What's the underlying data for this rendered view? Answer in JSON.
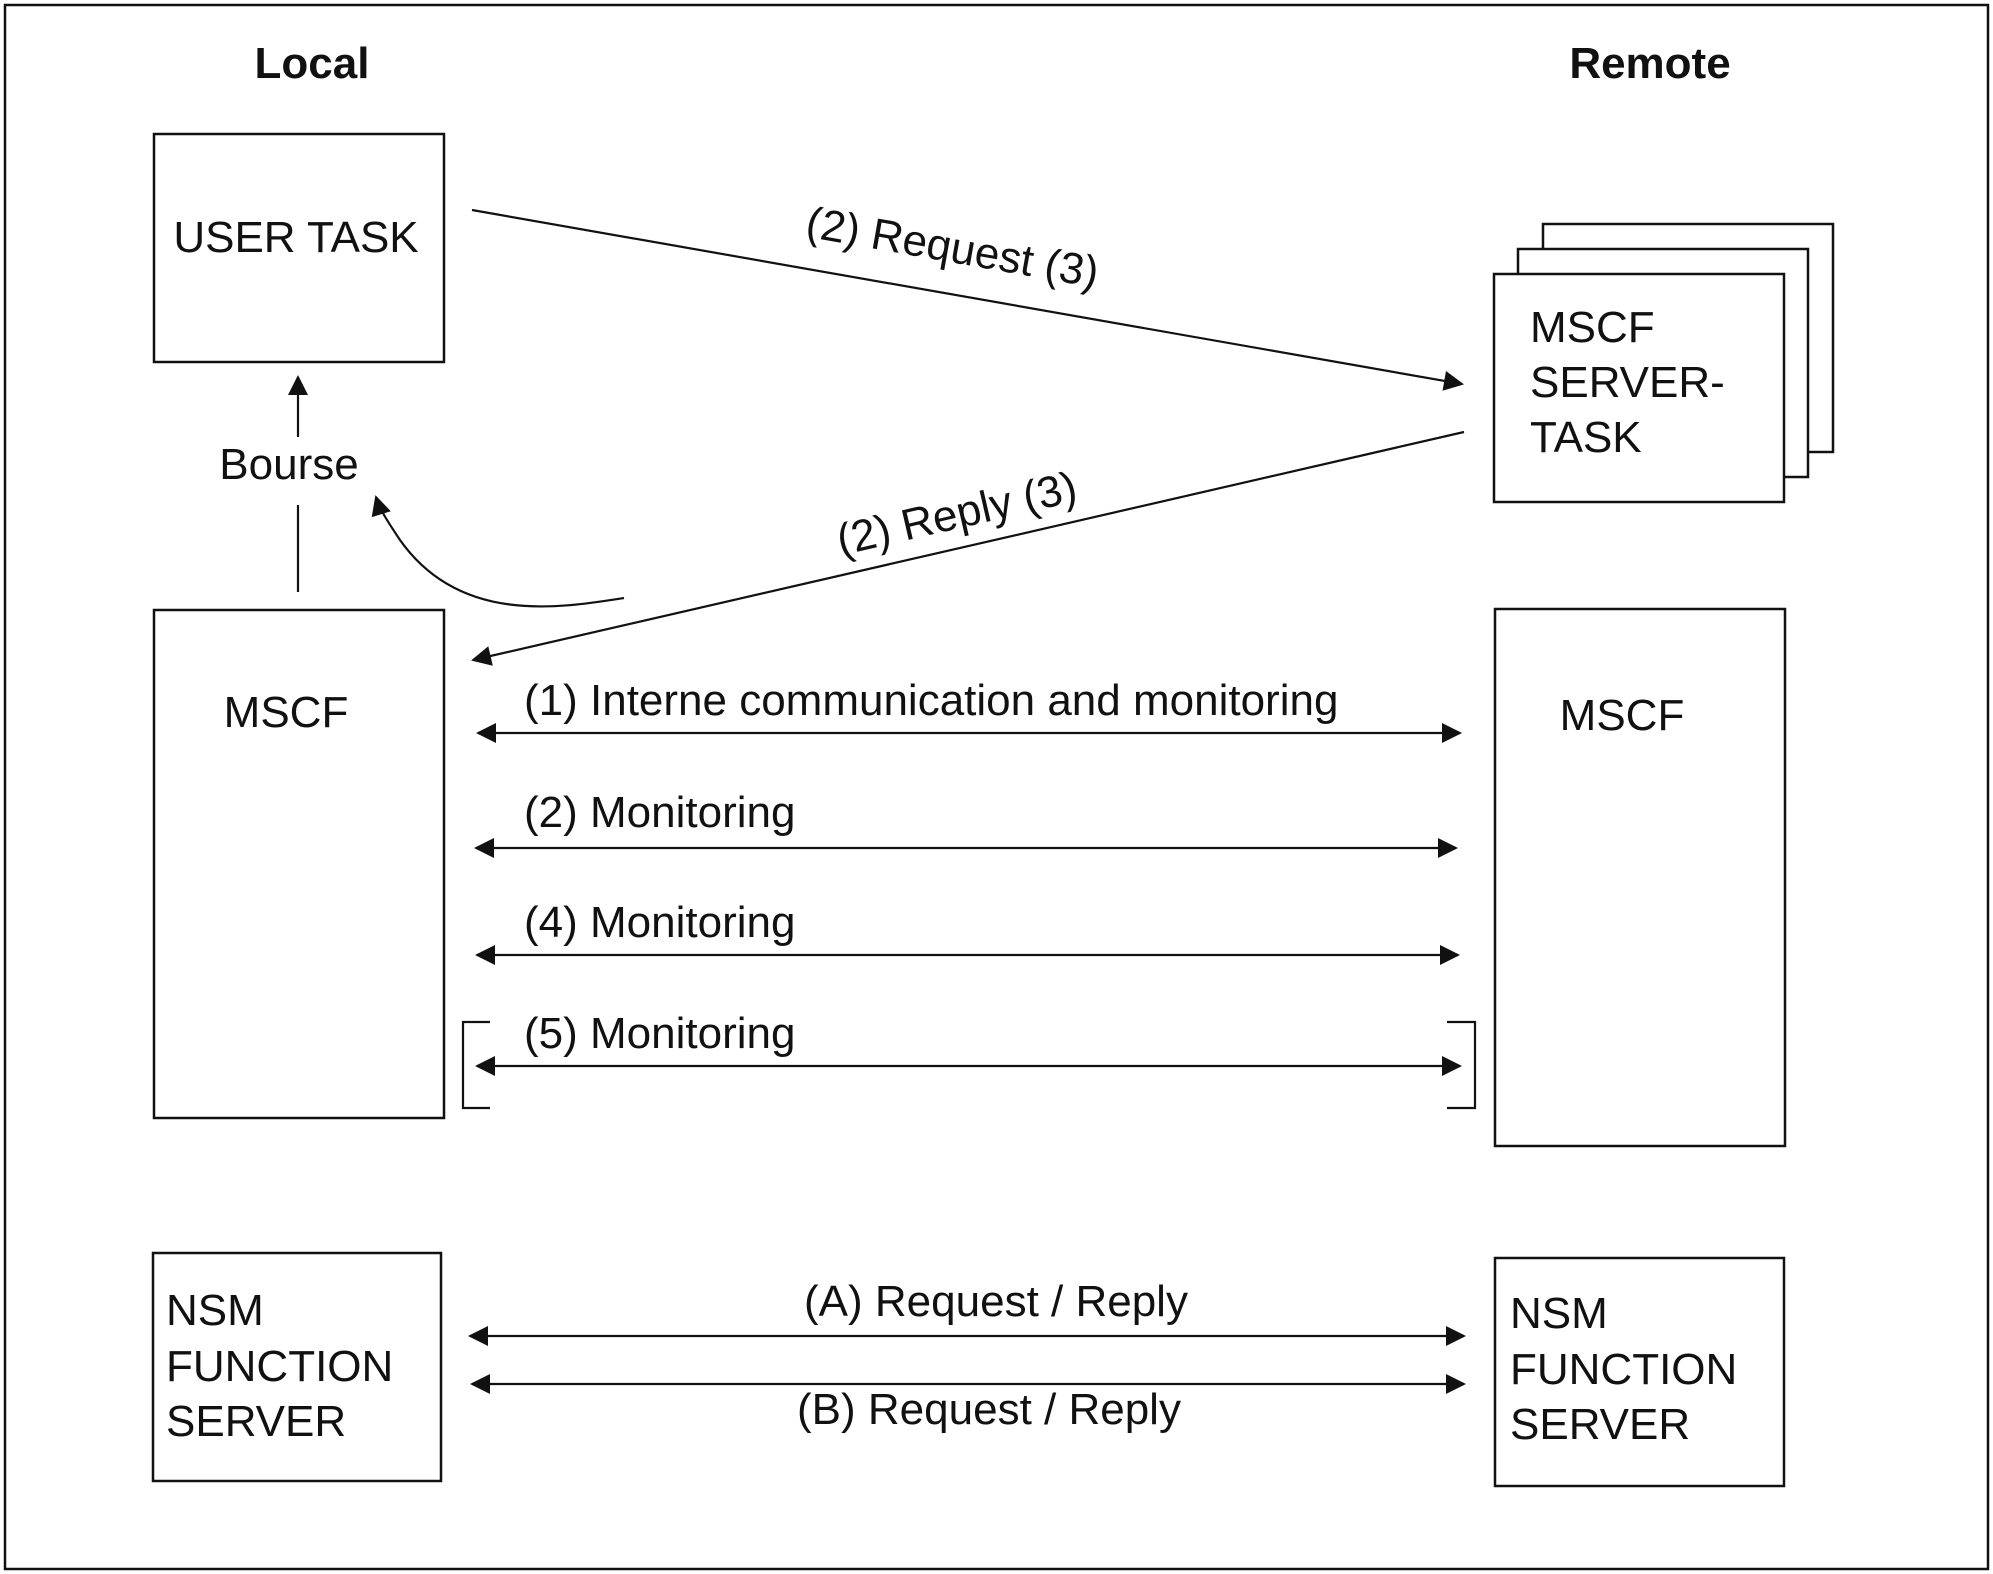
{
  "headers": {
    "local": "Local",
    "remote": "Remote"
  },
  "boxes": {
    "user_task": "USER TASK",
    "server_task": [
      "MSCF",
      "SERVER-",
      "TASK"
    ],
    "local_mscf": "MSCF",
    "remote_mscf": "MSCF",
    "local_nsm": [
      "NSM",
      "FUNCTION",
      "SERVER"
    ],
    "remote_nsm": [
      "NSM",
      "FUNCTION",
      "SERVER"
    ]
  },
  "labels": {
    "bourse": "Bourse",
    "request": "(2) Request (3)",
    "reply": "(2) Reply (3)",
    "link1": "(1) Interne communication and monitoring",
    "link2": "(2) Monitoring",
    "link4": "(4) Monitoring",
    "link5": "(5) Monitoring",
    "nsm_a": "(A) Request / Reply",
    "nsm_b": "(B) Request / Reply"
  }
}
